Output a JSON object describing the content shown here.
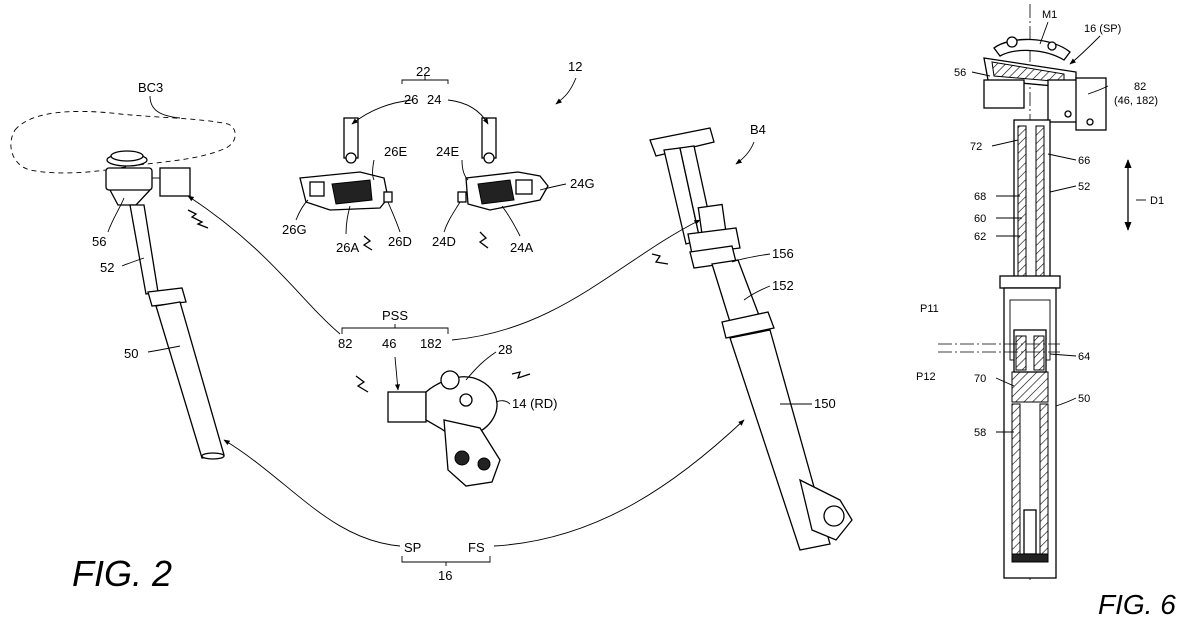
{
  "figures": {
    "fig2_caption": "FIG. 2",
    "fig6_caption": "FIG. 6"
  },
  "fig2": {
    "system_ref": "12",
    "group_22": "22",
    "ref_26": "26",
    "ref_24": "24",
    "ref_26E": "26E",
    "ref_24E": "24E",
    "ref_26G": "26G",
    "ref_24G": "24G",
    "ref_26A": "26A",
    "ref_26D": "26D",
    "ref_24D": "24D",
    "ref_24A": "24A",
    "saddle_ref": "BC3",
    "ref_56": "56",
    "ref_52": "52",
    "ref_50": "50",
    "pss": "PSS",
    "ref_82": "82",
    "ref_46": "46",
    "ref_182": "182",
    "ref_28": "28",
    "rd_ref": "14 (RD)",
    "fork_ref": "B4",
    "ref_156": "156",
    "ref_152": "152",
    "ref_150": "150",
    "sp": "SP",
    "fs": "FS",
    "ref_16": "16"
  },
  "fig6": {
    "ref_M1": "M1",
    "ref_16SP": "16 (SP)",
    "ref_82": "82",
    "ref_82_sub": "(46, 182)",
    "ref_56": "56",
    "ref_72": "72",
    "ref_66": "66",
    "ref_68": "68",
    "ref_52": "52",
    "ref_60": "60",
    "ref_62": "62",
    "ref_D1": "D1",
    "ref_P11": "P11",
    "ref_P12": "P12",
    "ref_64": "64",
    "ref_70": "70",
    "ref_50": "50",
    "ref_58": "58"
  }
}
